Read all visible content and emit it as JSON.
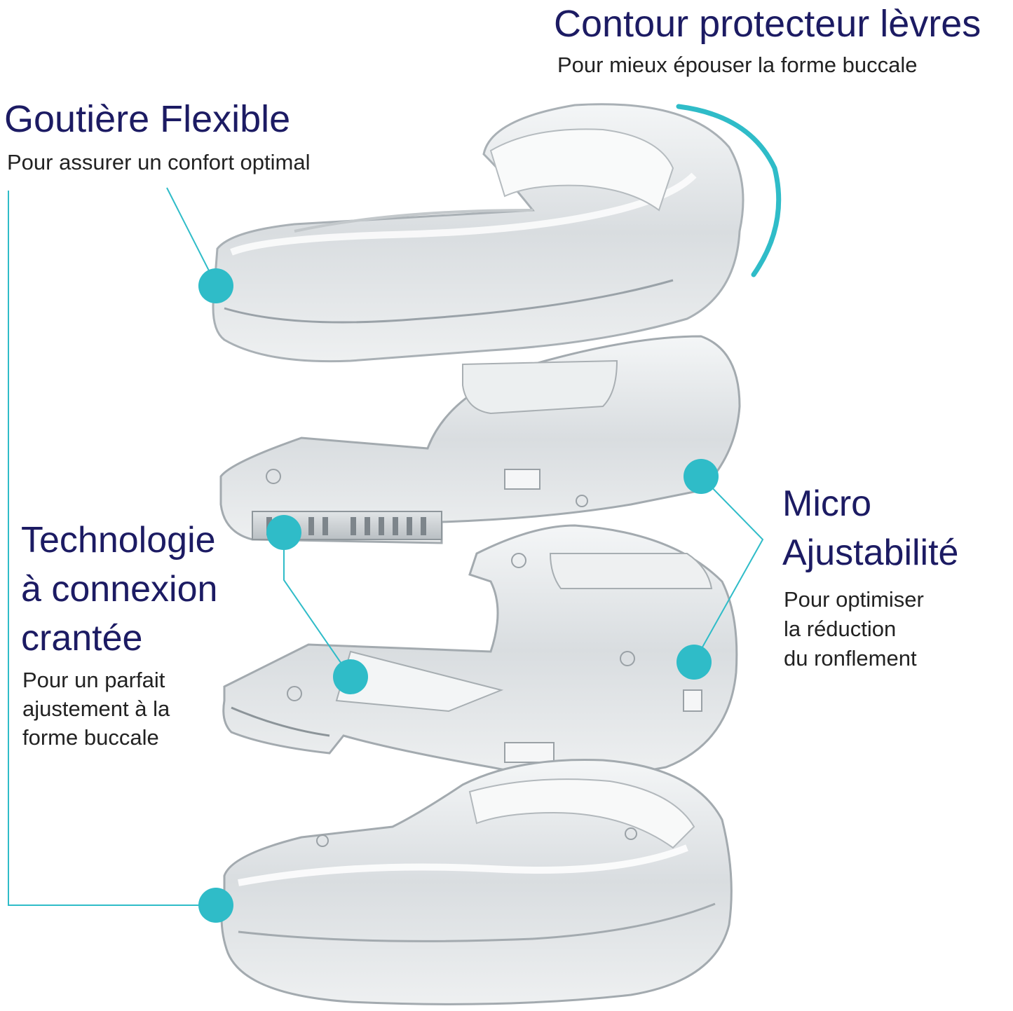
{
  "colors": {
    "heading": "#1c1b63",
    "subtext": "#222222",
    "accent": "#2fbcc8"
  },
  "callouts": {
    "contour": {
      "title": "Contour protecteur lèvres",
      "subtitle": "Pour mieux épouser la forme buccale"
    },
    "goutiere": {
      "title": "Goutière Flexible",
      "subtitle": "Pour assurer un confort optimal"
    },
    "technologie": {
      "title_lines": [
        "Technologie",
        "à connexion",
        "crantée"
      ],
      "subtitle_lines": [
        "Pour un parfait",
        "ajustement à la",
        "forme buccale"
      ]
    },
    "micro": {
      "title_lines": [
        "Micro",
        "Ajustabilité"
      ],
      "subtitle_lines": [
        "Pour optimiser",
        "la réduction",
        "du ronflement"
      ]
    }
  },
  "product": {
    "icon": "mouthguard-exploded-view",
    "component_icons": [
      "upper-tray-icon",
      "upper-adjuster-plate-icon",
      "lower-adjuster-plate-icon",
      "lower-tray-icon"
    ]
  }
}
